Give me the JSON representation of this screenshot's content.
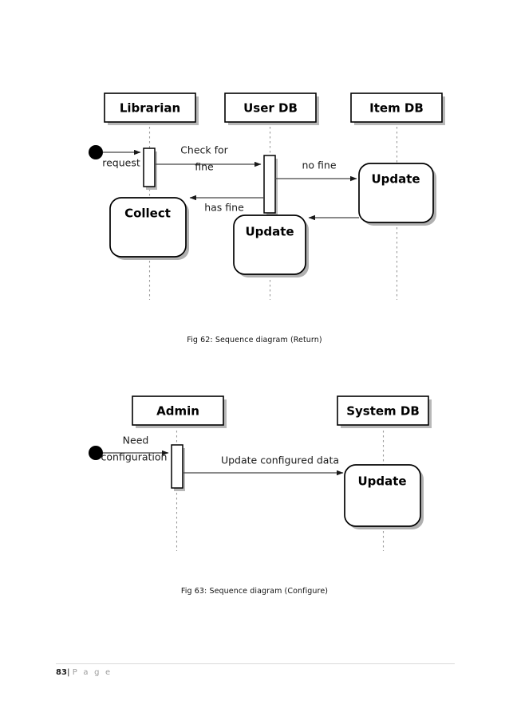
{
  "page": {
    "footer_page_number": "83",
    "footer_separator": "|",
    "footer_word": "P a g e",
    "background": "#ffffff"
  },
  "figures": [
    {
      "id": "fig62",
      "caption": "Fig 62: Sequence diagram (Return)",
      "type": "uml-sequence-diagram",
      "lifelines": [
        {
          "name": "librarian",
          "label": "Librarian"
        },
        {
          "name": "user-db",
          "label": "User DB"
        },
        {
          "name": "item-db",
          "label": "Item DB"
        }
      ],
      "states": [
        {
          "name": "collect-state",
          "label": "Collect",
          "lifeline": "Librarian"
        },
        {
          "name": "user-db-update-state",
          "label": "Update",
          "lifeline": "User DB"
        },
        {
          "name": "item-db-update-state",
          "label": "Update",
          "lifeline": "Item DB"
        }
      ],
      "messages": [
        {
          "name": "request-message",
          "label": "request",
          "from": "start",
          "to": "Librarian"
        },
        {
          "name": "check-for-fine-message",
          "label_line1": "Check for",
          "label_line2": "fine",
          "from": "Librarian",
          "to": "User DB"
        },
        {
          "name": "no-fine-message",
          "label": "no fine",
          "from": "User DB",
          "to": "Item DB Update"
        },
        {
          "name": "has-fine-message",
          "label": "has fine",
          "from": "User DB",
          "to": "Collect"
        },
        {
          "name": "item-db-return-message",
          "label": "",
          "from": "Item DB Update",
          "to": "User DB Update"
        }
      ]
    },
    {
      "id": "fig63",
      "caption": "Fig 63: Sequence diagram (Configure)",
      "type": "uml-sequence-diagram",
      "lifelines": [
        {
          "name": "admin",
          "label": "Admin"
        },
        {
          "name": "system-db",
          "label": "System DB"
        }
      ],
      "states": [
        {
          "name": "system-db-update-state",
          "label": "Update",
          "lifeline": "System DB"
        }
      ],
      "messages": [
        {
          "name": "need-configuration-message",
          "label_line1": "Need",
          "label_line2": "configuration",
          "from": "start",
          "to": "Admin"
        },
        {
          "name": "update-configured-data-message",
          "label": "Update configured data",
          "from": "Admin",
          "to": "System DB Update"
        }
      ]
    }
  ],
  "colors": {
    "stroke": "#000000",
    "line": "#444444",
    "lifeline_dash": "#9a9a9a",
    "shadow": "#b0b0b0",
    "footer_word": "#9d9d9d"
  }
}
